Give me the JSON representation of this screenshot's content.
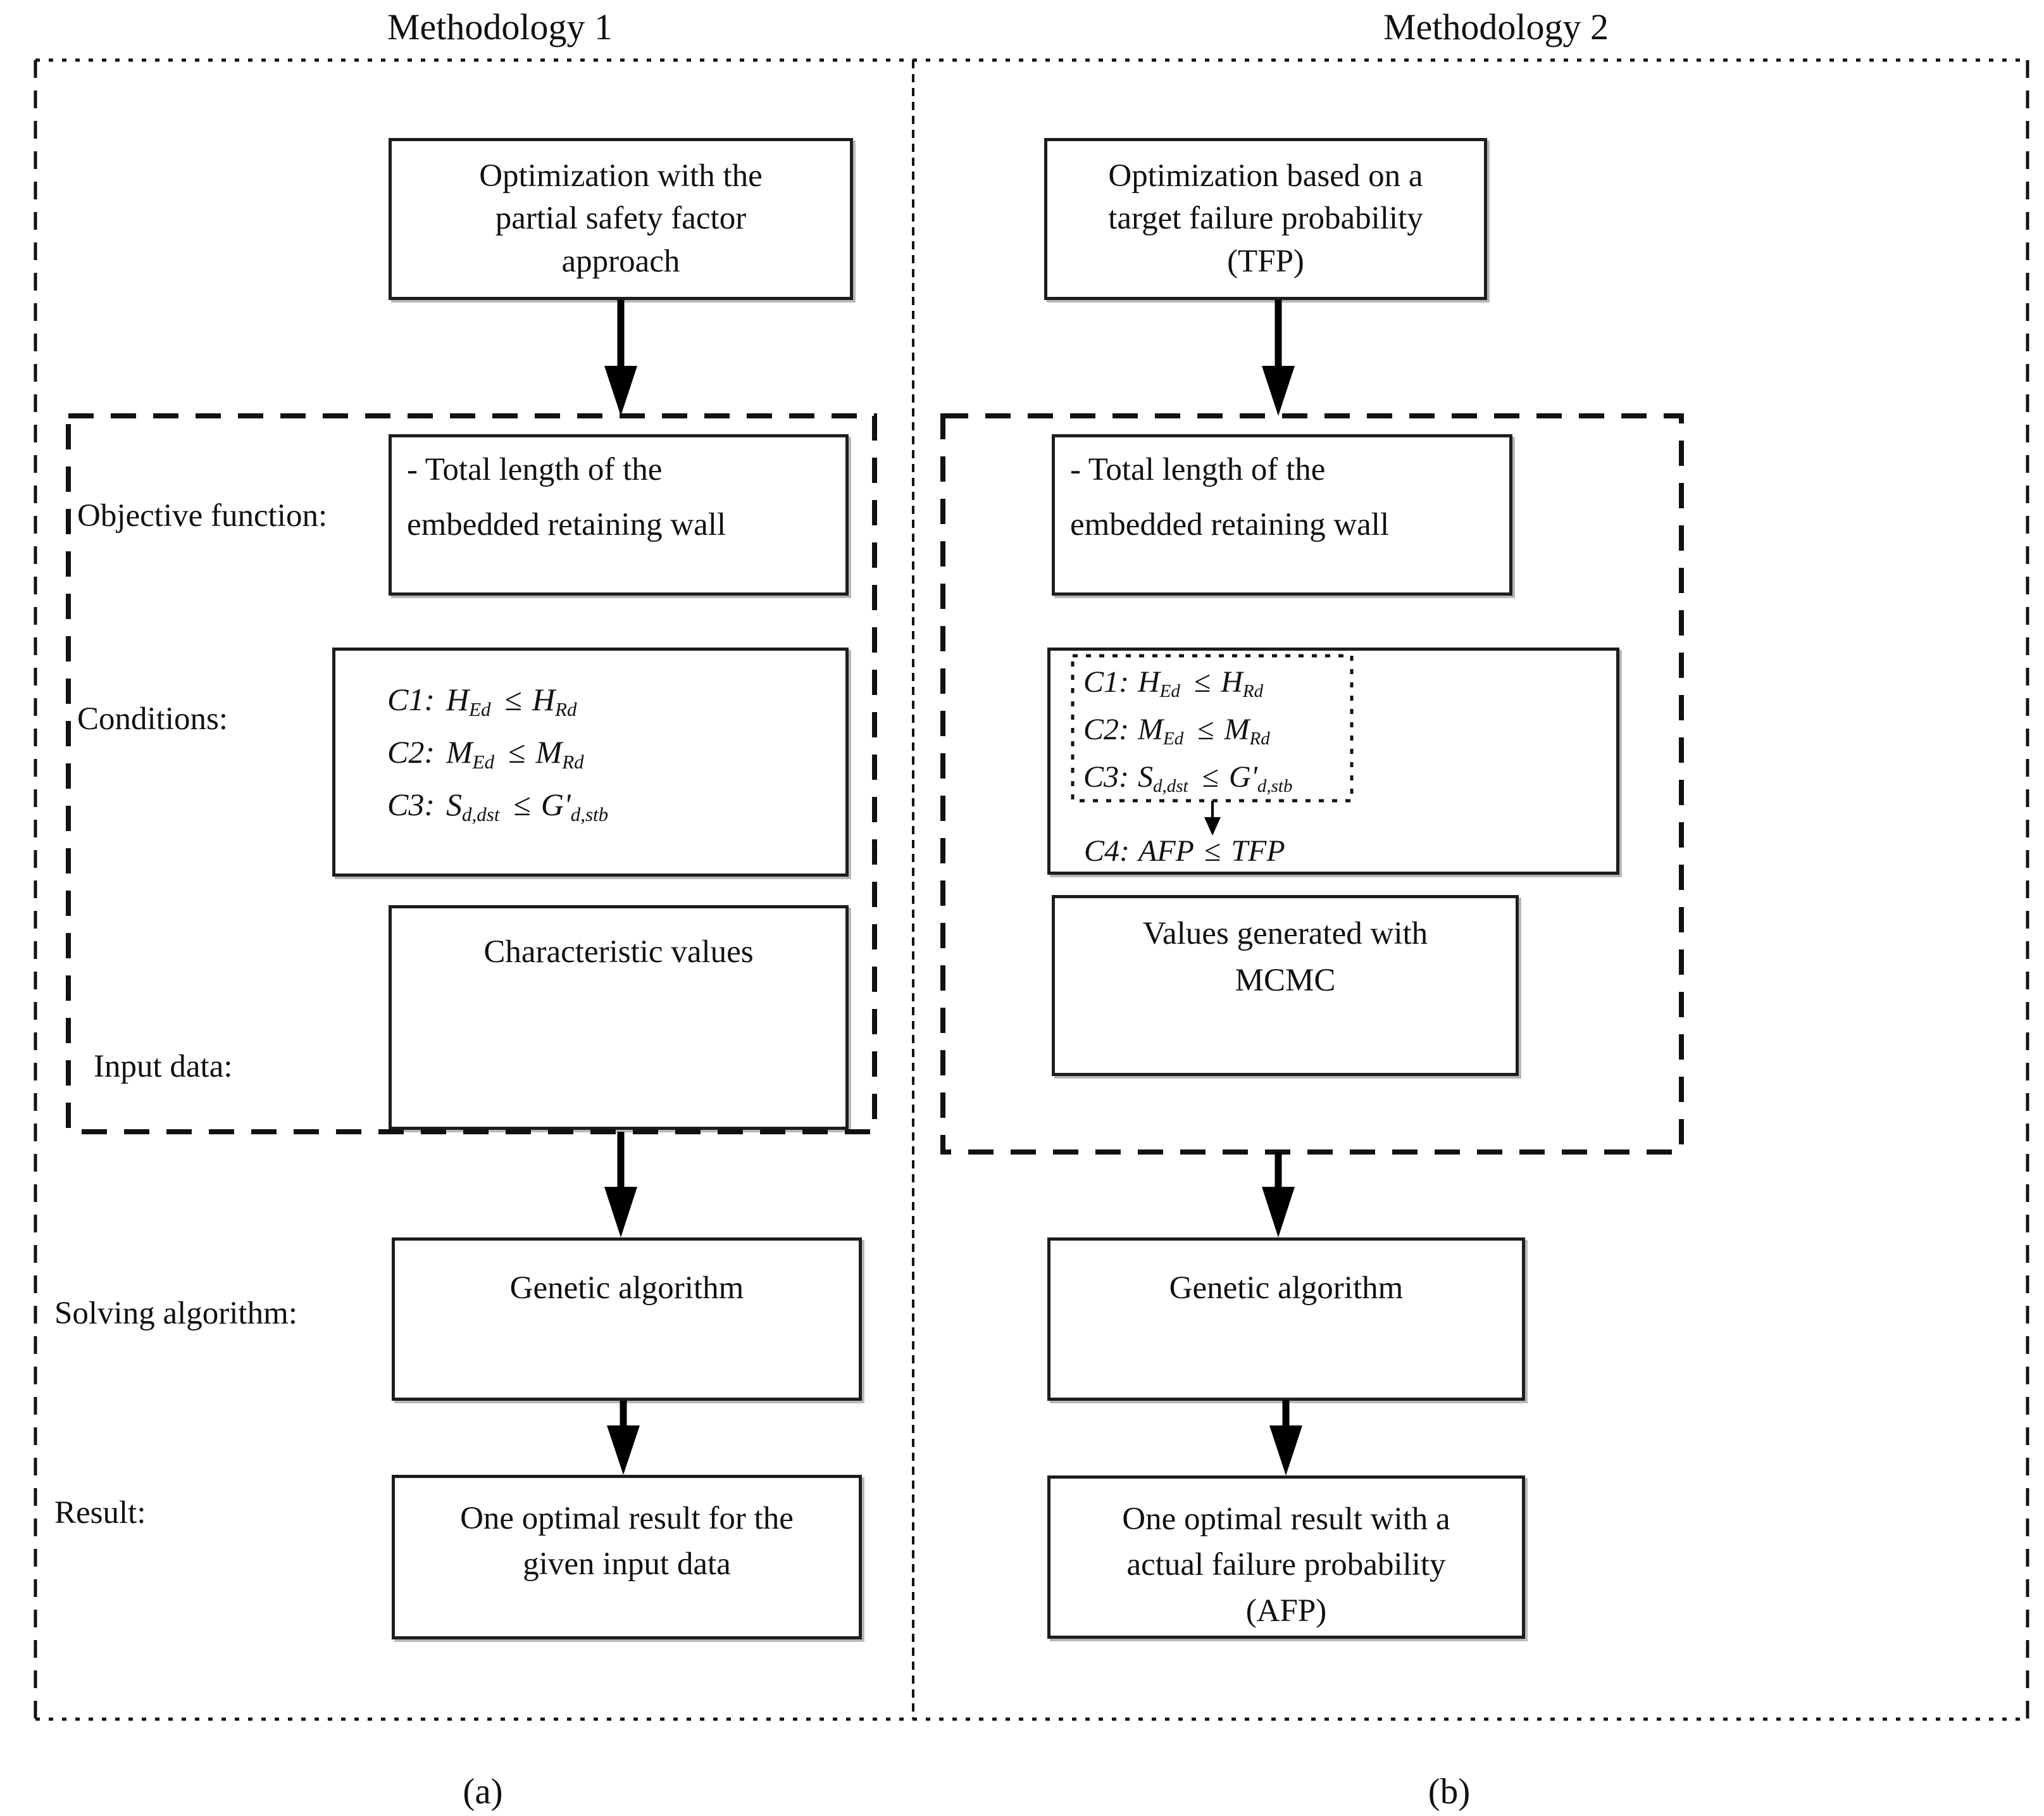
{
  "colors": {
    "ink": "#111111",
    "box_border": "#1d1d1d",
    "shadow_gray": "#7d7d7d",
    "background": "#ffffff"
  },
  "panel_a": {
    "title": "Methodology 1",
    "caption": "(a)",
    "top_box": "Optimization with the\npartial safety factor\napproach",
    "labels": {
      "objective": "Objective function:",
      "conditions": "Conditions:",
      "input": "Input data:",
      "solving": "Solving algorithm:",
      "result": "Result:"
    },
    "objective_box": "- Total length of the\nembedded retaining wall",
    "conditions": [
      {
        "id": "C1:",
        "lhs": "H",
        "lhs_sub": "Ed",
        "op": "≤",
        "rhs": "H",
        "rhs_sub": "Rd"
      },
      {
        "id": "C2:",
        "lhs": "M",
        "lhs_sub": "Ed",
        "op": "≤",
        "rhs": "M",
        "rhs_sub": "Rd"
      },
      {
        "id": "C3:",
        "lhs": "S",
        "lhs_sub": "d,dst",
        "op": "≤",
        "rhs": "G'",
        "rhs_sub": "d,stb"
      }
    ],
    "input_box": "Characteristic values",
    "solving_box": "Genetic algorithm",
    "result_box": "One optimal result for the\ngiven input data"
  },
  "panel_b": {
    "title": "Methodology 2",
    "caption": "(b)",
    "top_box": "Optimization based on a\ntarget failure probability\n(TFP)",
    "objective_box": "- Total length of the\nembedded retaining wall",
    "conditions": [
      {
        "id": "C1:",
        "lhs": "H",
        "lhs_sub": "Ed",
        "op": "≤",
        "rhs": "H",
        "rhs_sub": "Rd"
      },
      {
        "id": "C2:",
        "lhs": "M",
        "lhs_sub": "Ed",
        "op": "≤",
        "rhs": "M",
        "rhs_sub": "Rd"
      },
      {
        "id": "C3:",
        "lhs": "S",
        "lhs_sub": "d,dst",
        "op": "≤",
        "rhs": "G'",
        "rhs_sub": "d,stb"
      }
    ],
    "condition4": {
      "id": "C4:",
      "lhs": "AFP",
      "op": "≤",
      "rhs": "TFP"
    },
    "input_box": "Values generated with\nMCMC",
    "solving_box": "Genetic algorithm",
    "result_box": "One optimal result with a\nactual failure probability\n(AFP)"
  }
}
